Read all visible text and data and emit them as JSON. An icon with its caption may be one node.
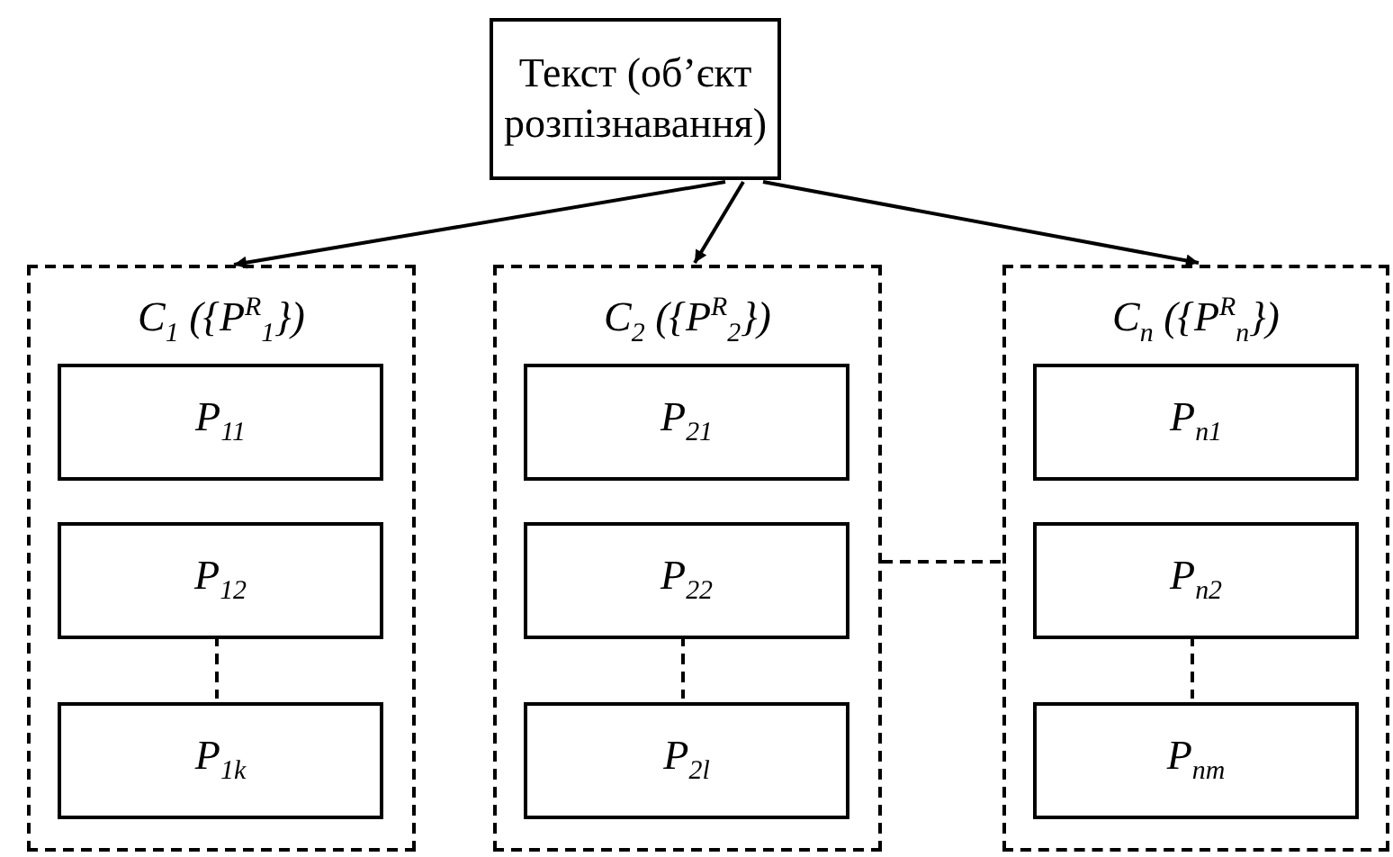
{
  "diagram": {
    "nodes": [
      {
        "text": [
          "Текст (об’єкт розпізнавання)"
        ]
      },
      {
        "text": [
          "C$_{1}$ ({P$^{R}$$_{1}$})"
        ]
      },
      {
        "text": [
          "P$_{11}$"
        ],
        "in": 1
      },
      {
        "text": [
          "P$_{12}$"
        ],
        "in": 1
      },
      {
        "text": [
          "P$_{1k}$"
        ],
        "in": 1
      },
      {
        "text": [
          "C$_{2}$ ({P$^{R}$$_{2}$})"
        ]
      },
      {
        "text": [
          "P$_{21}$"
        ],
        "in": 5
      },
      {
        "text": [
          "P$_{22}$"
        ],
        "in": 5
      },
      {
        "text": [
          "P$_{2l}$"
        ],
        "in": 5
      },
      {
        "text": [
          "C$_{n}$ ({P$^{R}$$_{n}$})"
        ]
      },
      {
        "text": [
          "P$_{n1}$"
        ],
        "in": 9
      },
      {
        "text": [
          "P$_{n2}$"
        ],
        "in": 9
      },
      {
        "text": [
          "P$_{nm}$"
        ],
        "in": 9
      }
    ],
    "edges": [
      {
        "from": 0,
        "to": 1,
        "arrow": "to"
      },
      {
        "from": 0,
        "to": 5,
        "arrow": "to"
      },
      {
        "from": 0,
        "to": 9,
        "arrow": "to"
      },
      {
        "from": 3,
        "to": 4,
        "arrow": "none",
        "style": "dashed"
      },
      {
        "from": 7,
        "to": 8,
        "arrow": "none",
        "style": "dashed"
      },
      {
        "from": 11,
        "to": 12,
        "arrow": "none",
        "style": "dashed"
      },
      {
        "from": 5,
        "to": 9,
        "arrow": "none",
        "style": "dashed"
      }
    ]
  }
}
